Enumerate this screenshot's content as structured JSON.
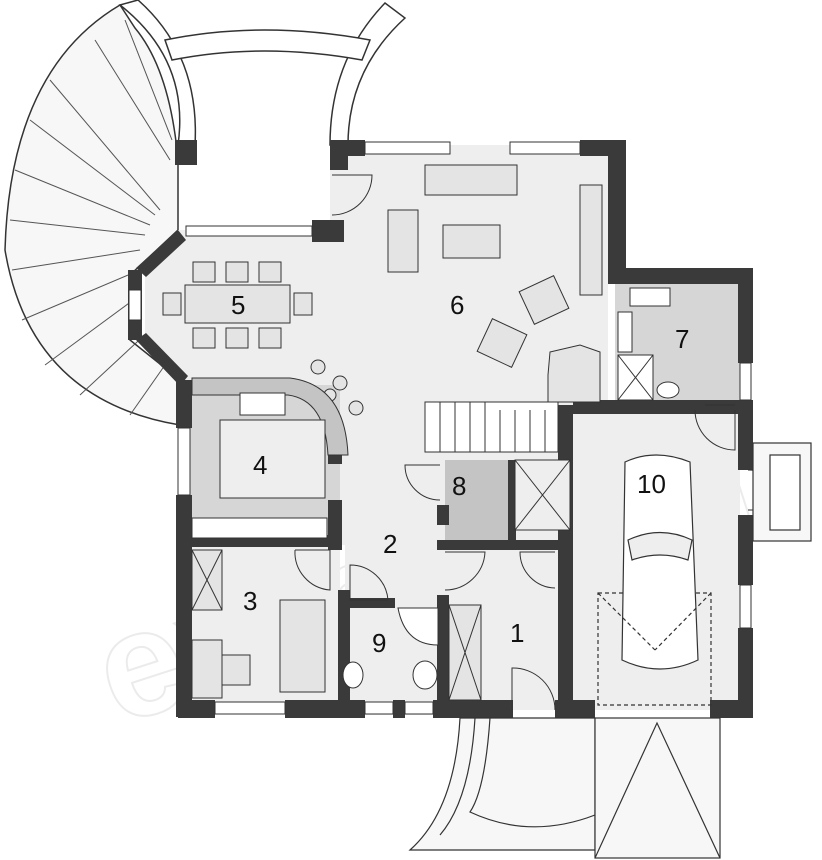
{
  "watermark": "extradom",
  "colors": {
    "wall": "#3a3a3a",
    "floor_light": "#eeeeee",
    "floor_mid": "#d6d6d6",
    "floor_dark": "#c4c4c4",
    "terrace": "#f7f7f7",
    "line": "#333333",
    "furniture": "#e4e4e4"
  },
  "rooms": [
    {
      "id": "entrance",
      "number": "1"
    },
    {
      "id": "hall",
      "number": "2"
    },
    {
      "id": "study",
      "number": "3"
    },
    {
      "id": "kitchen",
      "number": "4"
    },
    {
      "id": "dining",
      "number": "5"
    },
    {
      "id": "living",
      "number": "6"
    },
    {
      "id": "utility",
      "number": "7"
    },
    {
      "id": "pantry",
      "number": "8"
    },
    {
      "id": "wc",
      "number": "9"
    },
    {
      "id": "garage",
      "number": "10"
    }
  ]
}
